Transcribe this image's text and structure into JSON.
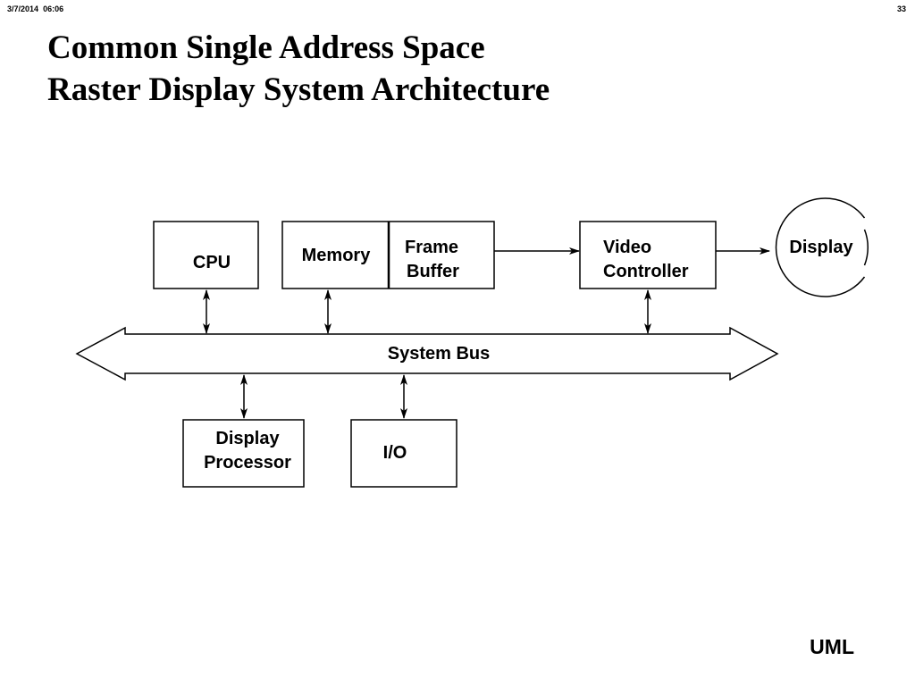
{
  "header": {
    "date": "3/7/2014",
    "time": "06:06",
    "page_number": "33"
  },
  "title": {
    "line1": "Common Single Address Space",
    "line2": "Raster Display System Architecture"
  },
  "diagram": {
    "cpu": "CPU",
    "memory": "Memory",
    "frame_buffer": [
      "Frame",
      "Buffer"
    ],
    "video_controller": [
      "Video",
      "Controller"
    ],
    "display": "Display",
    "system_bus": "System Bus",
    "display_processor": [
      "Display",
      "Processor"
    ],
    "io": "I/O"
  },
  "footer": {
    "label": "UML"
  }
}
